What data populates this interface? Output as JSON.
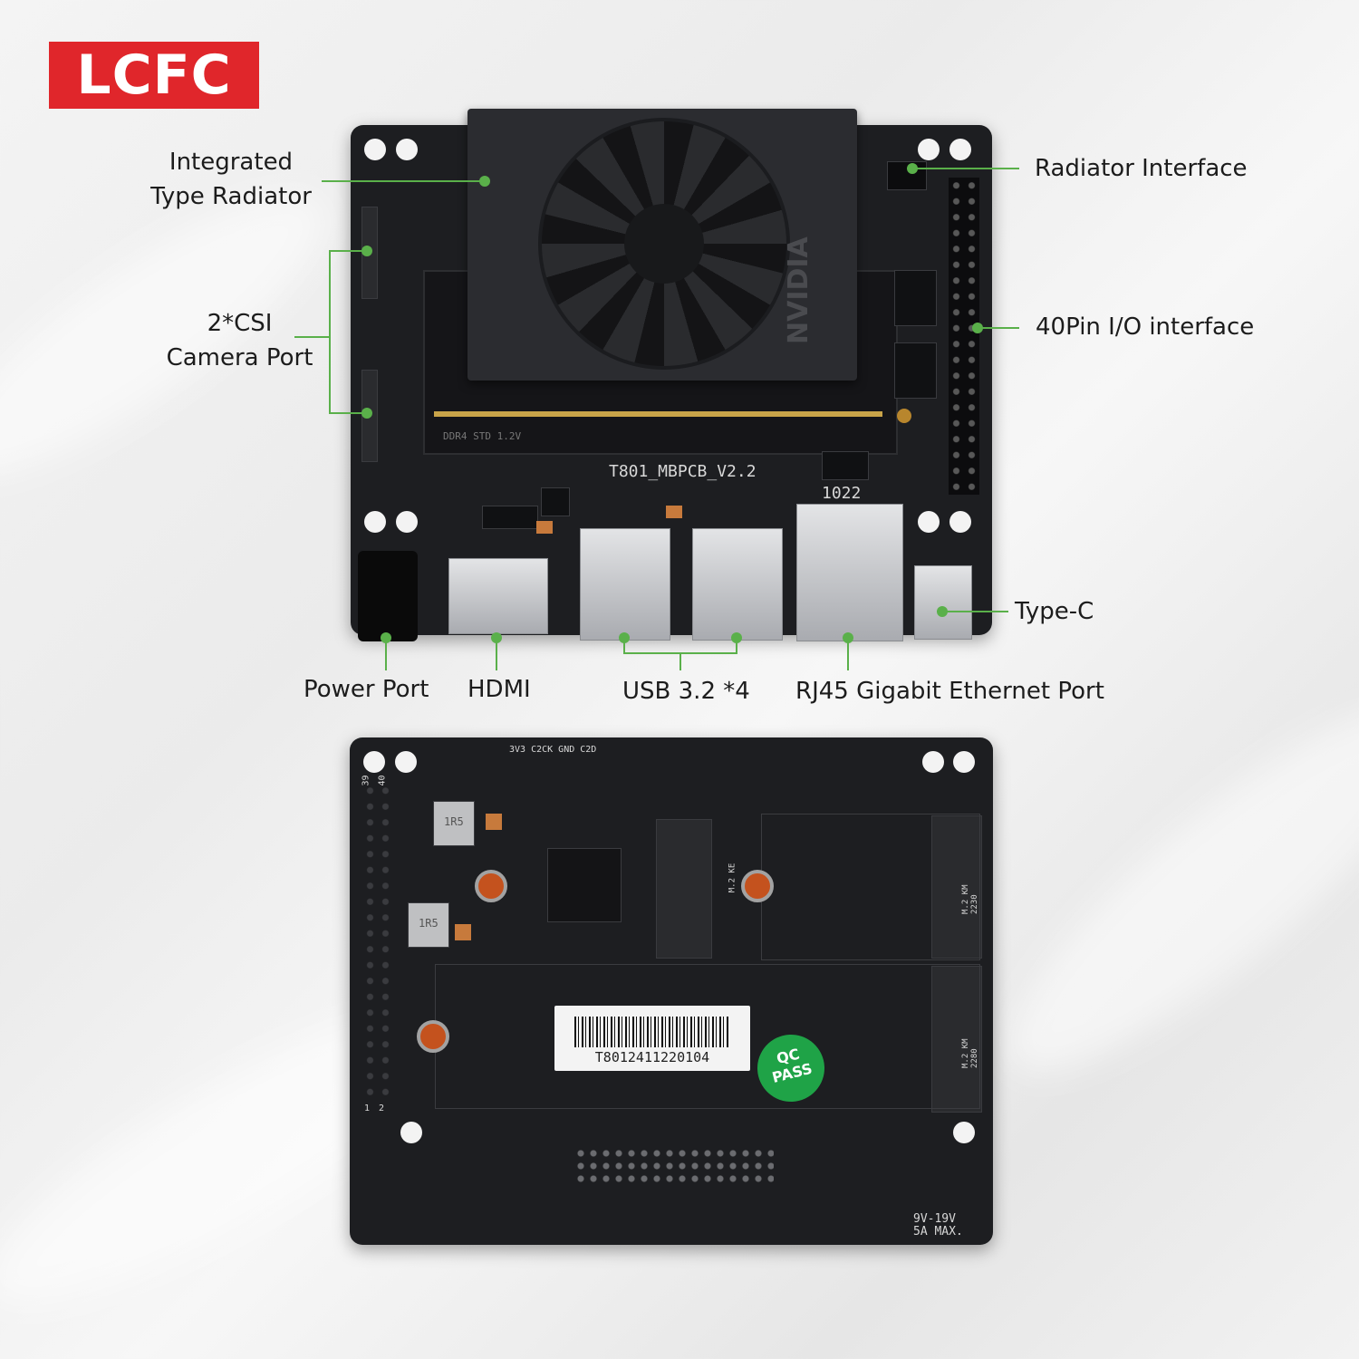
{
  "brand": {
    "logo_text": "LCFC"
  },
  "top_board_labels": {
    "radiator": "Integrated\nType Radiator",
    "csi": "2*CSI\nCamera Port",
    "radiator_interface": "Radiator Interface",
    "gpio": "40Pin I/O interface",
    "type_c": "Type-C",
    "power": "Power Port",
    "hdmi": "HDMI",
    "usb": "USB 3.2 *4",
    "rj45": "RJ45 Gigabit Ethernet Port"
  },
  "top_board_silkscreen": {
    "pcb_name": "T801_MBPCB_V2.2",
    "date_code": "1022",
    "module_brand": "NVIDIA",
    "slot_text": "DDR4 STD 1.2V"
  },
  "bottom_board_silkscreen": {
    "serial": "T8012411220104",
    "qc_line1": "QC",
    "qc_line2": "PASS",
    "power_rating_1": "9V-19V",
    "power_rating_2": "5A MAX.",
    "m2_ke": "M.2 KE",
    "m2_2230": "M.2 KM 2230",
    "m2_2280": "M.2 KM 2280",
    "chip_1": "1R5",
    "chip_2": "1R5",
    "header_pins": "3V3  C2CK  GND  C2D",
    "pin_39": "39",
    "pin_40": "40",
    "pin_1": "1",
    "pin_2": "2"
  },
  "colors": {
    "brand_red": "#e0262b",
    "callout_green": "#5ab04a",
    "pcb_black": "#1d1e21",
    "qc_green": "#1fa347"
  }
}
